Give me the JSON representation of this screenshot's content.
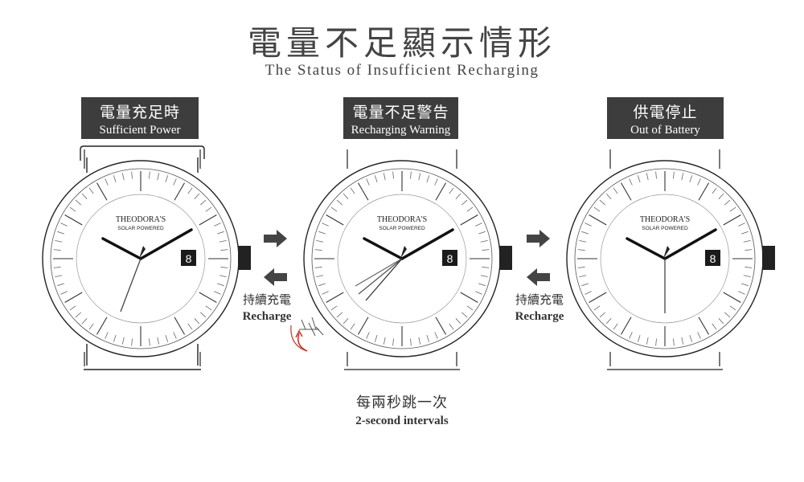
{
  "header": {
    "title_zh": "電量不足顯示情形",
    "title_en": "The Status of Insufficient Recharging"
  },
  "watches": [
    {
      "label_zh": "電量充足時",
      "label_en": "Sufficient Power",
      "brand": "THEODORA'S",
      "sub": "SOLAR POWERED",
      "date": "8"
    },
    {
      "label_zh": "電量不足警告",
      "label_en": "Recharging Warning",
      "brand": "THEODORA'S",
      "sub": "SOLAR POWERED",
      "date": "8"
    },
    {
      "label_zh": "供電停止",
      "label_en": "Out of Battery",
      "brand": "THEODORA'S",
      "sub": "SOLAR POWERED",
      "date": "8"
    }
  ],
  "recharge": {
    "zh": "持續充電",
    "en": "Recharge"
  },
  "interval": {
    "zh": "每兩秒跳一次",
    "en": "2-second intervals"
  },
  "colors": {
    "label_bg": "#3d3d3d",
    "arrow": "#444444",
    "hand": "#222222",
    "accent_arrow": "#c0392b"
  }
}
